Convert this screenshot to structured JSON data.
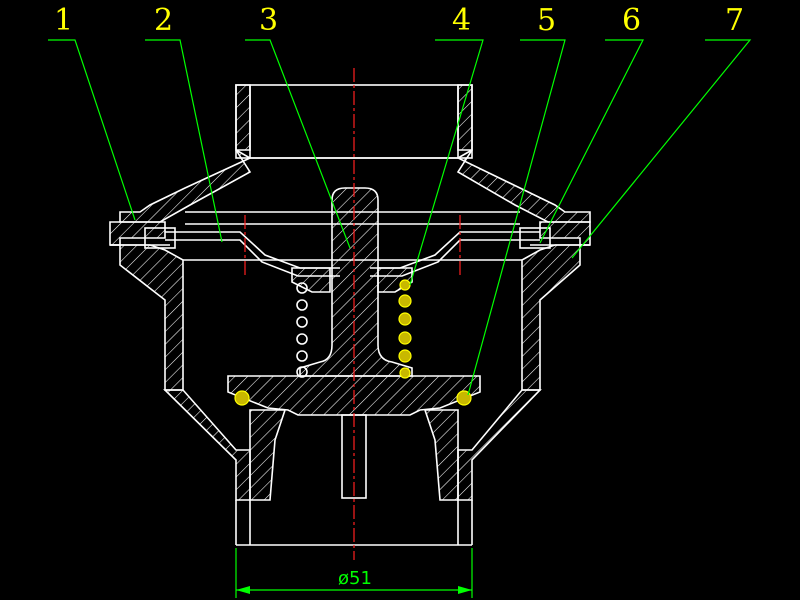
{
  "drawing": {
    "colors": {
      "background": "#000000",
      "outline": "#ffffff",
      "leader": "#00ff00",
      "label": "#ffff00",
      "centerline": "#ff2020"
    },
    "callouts": [
      {
        "id": "1",
        "label": "1"
      },
      {
        "id": "2",
        "label": "2"
      },
      {
        "id": "3",
        "label": "3"
      },
      {
        "id": "4",
        "label": "4"
      },
      {
        "id": "5",
        "label": "5"
      },
      {
        "id": "6",
        "label": "6"
      },
      {
        "id": "7",
        "label": "7"
      }
    ],
    "dimension": {
      "label": "ø51"
    }
  }
}
